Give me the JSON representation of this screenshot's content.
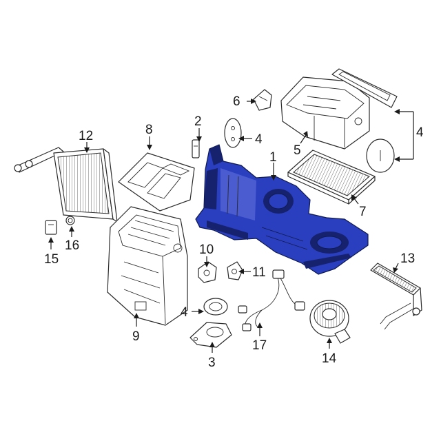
{
  "colors": {
    "highlight": "#2a3fbf",
    "highlight_dark": "#16226e",
    "line": "#2a2a2a",
    "background": "#ffffff"
  },
  "callouts": {
    "c1": "1",
    "c2": "2",
    "c3": "3",
    "c4_top": "4",
    "c4_right": "4",
    "c4_bottom": "4",
    "c5": "5",
    "c6": "6",
    "c7": "7",
    "c8": "8",
    "c9": "9",
    "c10": "10",
    "c11": "11",
    "c12": "12",
    "c13": "13",
    "c14": "14",
    "c15": "15",
    "c16": "16",
    "c17": "17"
  }
}
